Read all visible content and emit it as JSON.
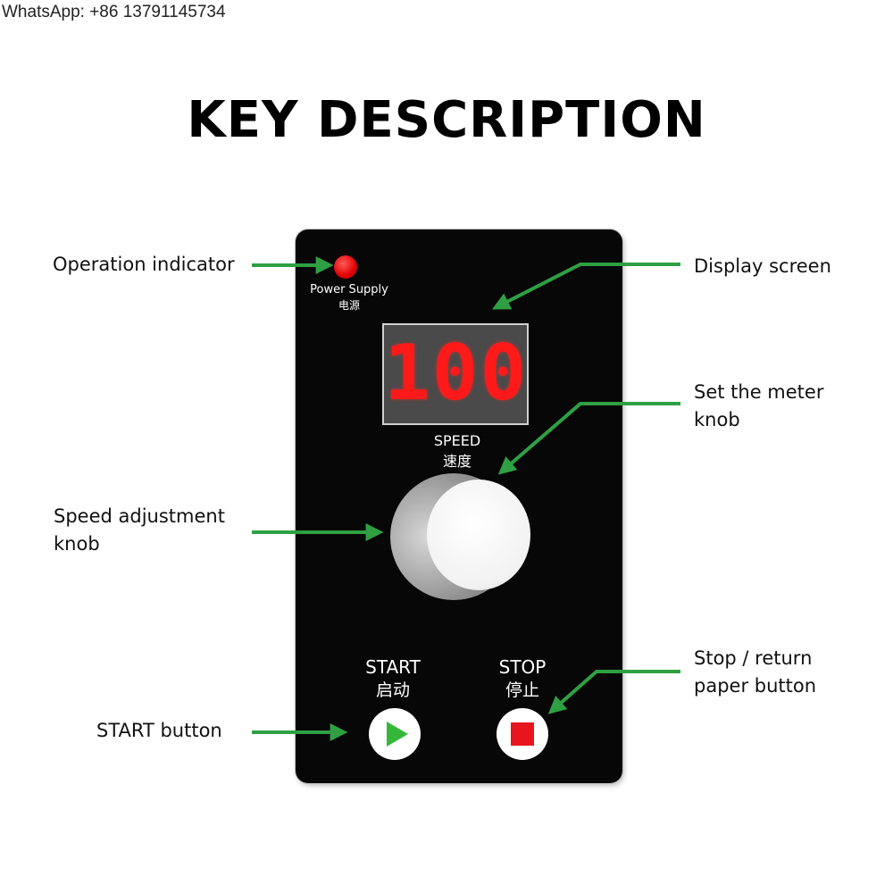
{
  "contact": "WhatsApp: +86 13791145734",
  "title": "KEY DESCRIPTION",
  "labels": {
    "operation_indicator": "Operation indicator",
    "display_screen": "Display screen",
    "set_meter_knob_line1": "Set the meter",
    "set_meter_knob_line2": "knob",
    "speed_knob_line1": "Speed adjustment",
    "speed_knob_line2": "knob",
    "stop_button_line1": "Stop / return",
    "stop_button_line2": "paper button",
    "start_button": "START button"
  },
  "panel": {
    "power_supply_en": "Power Supply",
    "power_supply_cn": "电源",
    "display_value": "100",
    "speed_en": "SPEED",
    "speed_cn": "速度",
    "start_en": "START",
    "start_cn": "启动",
    "stop_en": "STOP",
    "stop_cn": "停止"
  },
  "colors": {
    "arrow": "#2ea043",
    "panel": "#070707",
    "led": "#e00000",
    "digits": "#ff1a1a",
    "start_icon": "#35b83a",
    "stop_icon": "#e8141e"
  }
}
